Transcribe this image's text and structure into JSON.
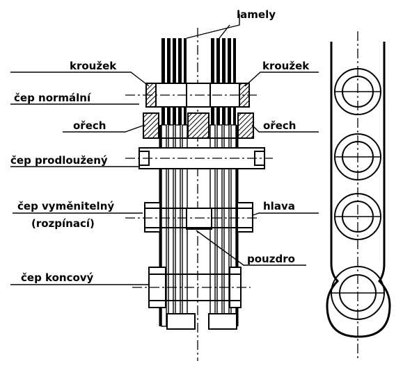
{
  "labels": {
    "lamely": "lamely",
    "krouzek_left": "kroužek",
    "krouzek_right": "kroužek",
    "cep_normalni": "čep normální",
    "orech_left": "ořech",
    "orech_right": "ořech",
    "cep_prodlouzeny": "čep prodloužený",
    "cep_vymenitelny": "čep vyměnitelný",
    "rozpinaci": "(rozpínací)",
    "hlava": "hlava",
    "pouzdro": "pouzdro",
    "cep_koncovy": "čep koncový"
  }
}
